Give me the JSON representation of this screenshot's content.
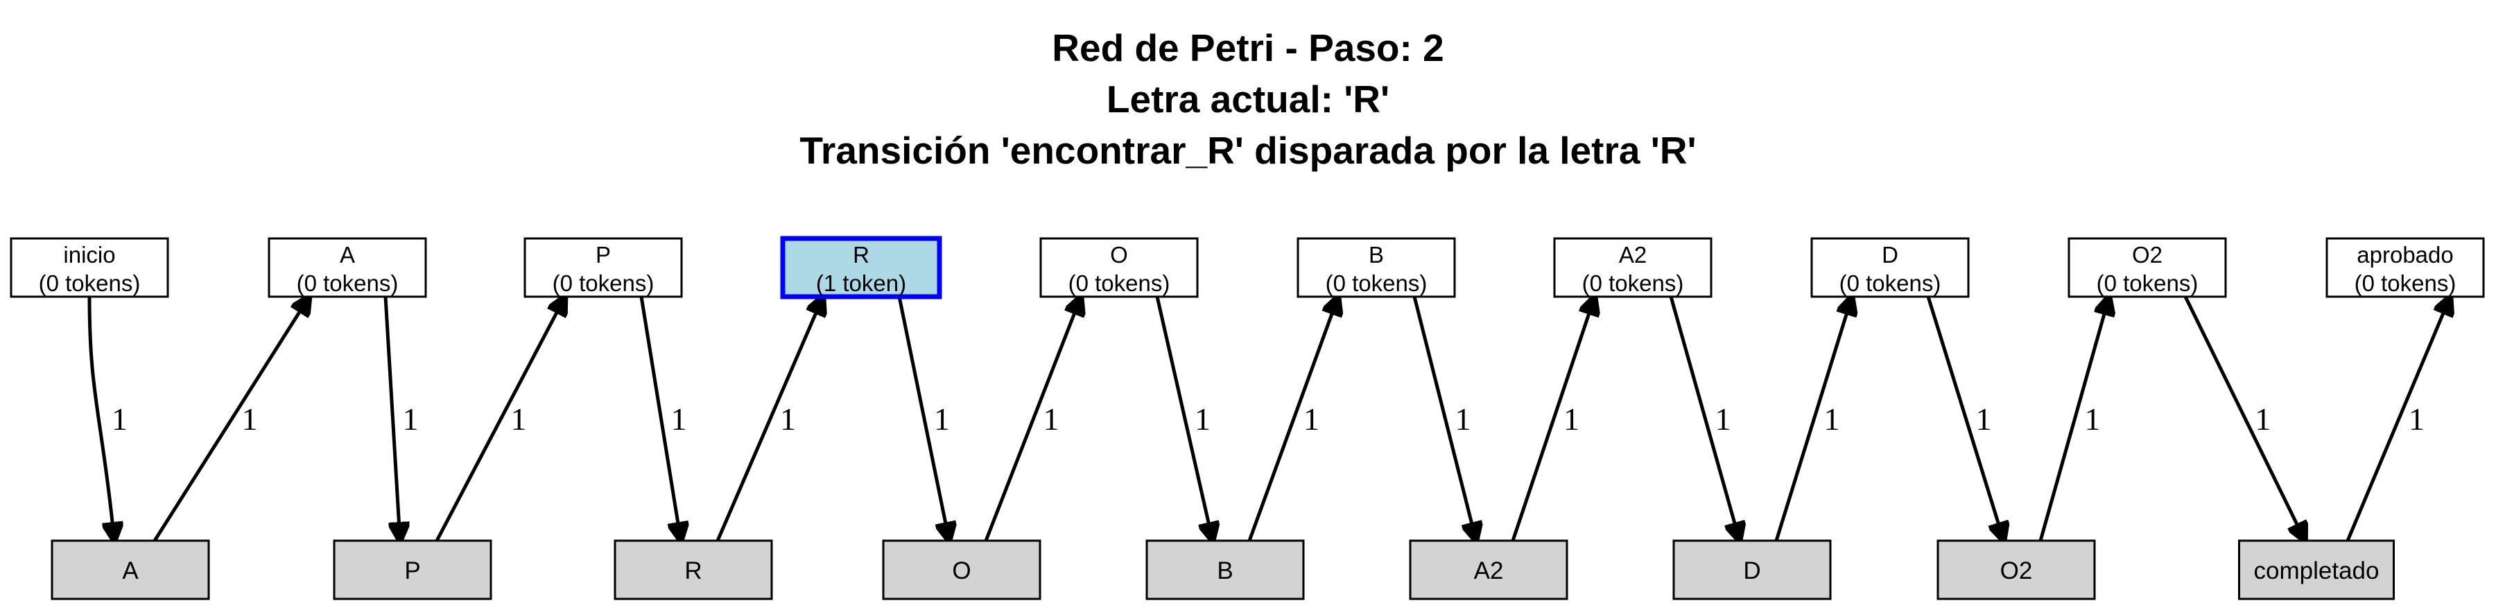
{
  "title_lines": [
    "Red de Petri - Paso: 2",
    "Letra actual: 'R'",
    "Transición 'encontrar_R' disparada por la letra 'R'"
  ],
  "places": [
    {
      "id": "inicio",
      "name": "inicio",
      "tokens": "(0 tokens)"
    },
    {
      "id": "A",
      "name": "A",
      "tokens": "(0 tokens)"
    },
    {
      "id": "P",
      "name": "P",
      "tokens": "(0 tokens)"
    },
    {
      "id": "R",
      "name": "R",
      "tokens": "(1 token)",
      "active": true
    },
    {
      "id": "O",
      "name": "O",
      "tokens": "(0 tokens)"
    },
    {
      "id": "B",
      "name": "B",
      "tokens": "(0 tokens)"
    },
    {
      "id": "A2",
      "name": "A2",
      "tokens": "(0 tokens)"
    },
    {
      "id": "D",
      "name": "D",
      "tokens": "(0 tokens)"
    },
    {
      "id": "O2",
      "name": "O2",
      "tokens": "(0 tokens)"
    },
    {
      "id": "aprobado",
      "name": "aprobado",
      "tokens": "(0 tokens)"
    }
  ],
  "transitions": [
    {
      "id": "t_A",
      "label": "A",
      "from": "inicio",
      "to": "A"
    },
    {
      "id": "t_P",
      "label": "P",
      "from": "A",
      "to": "P"
    },
    {
      "id": "t_R",
      "label": "R",
      "from": "P",
      "to": "R"
    },
    {
      "id": "t_O",
      "label": "O",
      "from": "R",
      "to": "O"
    },
    {
      "id": "t_B",
      "label": "B",
      "from": "O",
      "to": "B"
    },
    {
      "id": "t_A2",
      "label": "A2",
      "from": "B",
      "to": "A2"
    },
    {
      "id": "t_D",
      "label": "D",
      "from": "A2",
      "to": "D"
    },
    {
      "id": "t_O2",
      "label": "O2",
      "from": "D",
      "to": "O2"
    },
    {
      "id": "t_completado",
      "label": "completado",
      "from": "O2",
      "to": "aprobado"
    }
  ],
  "arc_weight": "1",
  "colors": {
    "place_fill": "#ffffff",
    "place_stroke": "#000000",
    "active_place_fill": "#add8e6",
    "active_place_stroke": "#0000ff",
    "transition_fill": "#d3d3d3",
    "transition_stroke": "#000000"
  }
}
